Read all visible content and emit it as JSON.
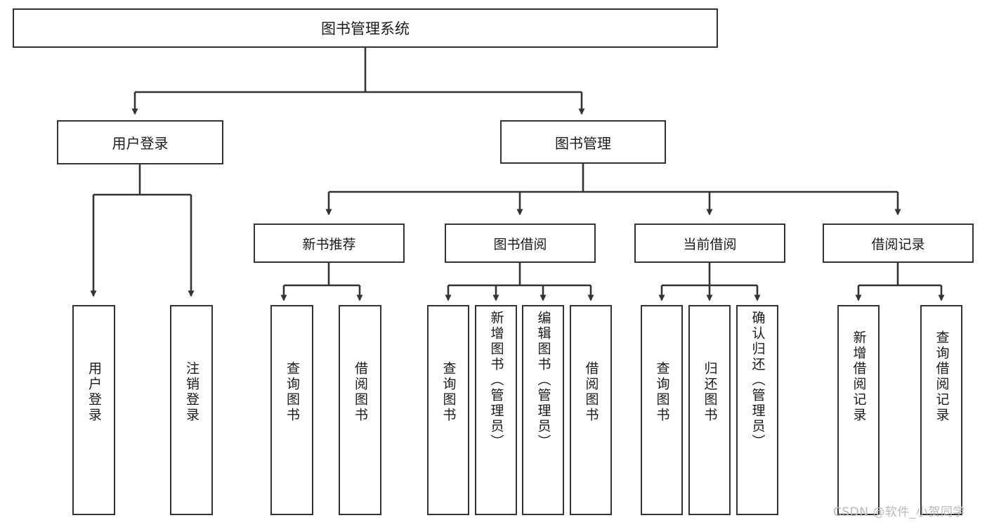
{
  "diagram": {
    "type": "tree-hierarchy",
    "title": "图书管理系统",
    "watermark": "CSDN @软件_小贺同学",
    "colors": {
      "stroke": "#333333",
      "fill": "#ffffff",
      "text": "#1a1a1a",
      "watermark": "#b9b9b9"
    },
    "root": {
      "label": "图书管理系统"
    },
    "level2": [
      {
        "id": "user-login",
        "label": "用户登录"
      },
      {
        "id": "book-management",
        "label": "图书管理"
      }
    ],
    "level3": [
      {
        "id": "new-book-recommend",
        "label": "新书推荐"
      },
      {
        "id": "book-borrow",
        "label": "图书借阅"
      },
      {
        "id": "current-borrow",
        "label": "当前借阅"
      },
      {
        "id": "borrow-record",
        "label": "借阅记录"
      }
    ],
    "leaves": {
      "user_login": [
        {
          "id": "leaf-user-login",
          "label": "用户登录"
        },
        {
          "id": "leaf-logout",
          "label": "注销登录"
        }
      ],
      "new_book_recommend": [
        {
          "id": "leaf-query-book-1",
          "label": "查询图书"
        },
        {
          "id": "leaf-borrow-book-1",
          "label": "借阅图书"
        }
      ],
      "book_borrow": [
        {
          "id": "leaf-query-book-2",
          "label": "查询图书"
        },
        {
          "id": "leaf-add-book",
          "label": "新增图书（管理员）"
        },
        {
          "id": "leaf-edit-book",
          "label": "编辑图书（管理员）"
        },
        {
          "id": "leaf-borrow-book-2",
          "label": "借阅图书"
        }
      ],
      "current_borrow": [
        {
          "id": "leaf-query-book-3",
          "label": "查询图书"
        },
        {
          "id": "leaf-return-book",
          "label": "归还图书"
        },
        {
          "id": "leaf-confirm-return",
          "label": "确认归还（管理员）"
        }
      ],
      "borrow_record": [
        {
          "id": "leaf-add-record",
          "label": "新增借阅记录"
        },
        {
          "id": "leaf-query-record",
          "label": "查询借阅记录"
        }
      ]
    }
  }
}
